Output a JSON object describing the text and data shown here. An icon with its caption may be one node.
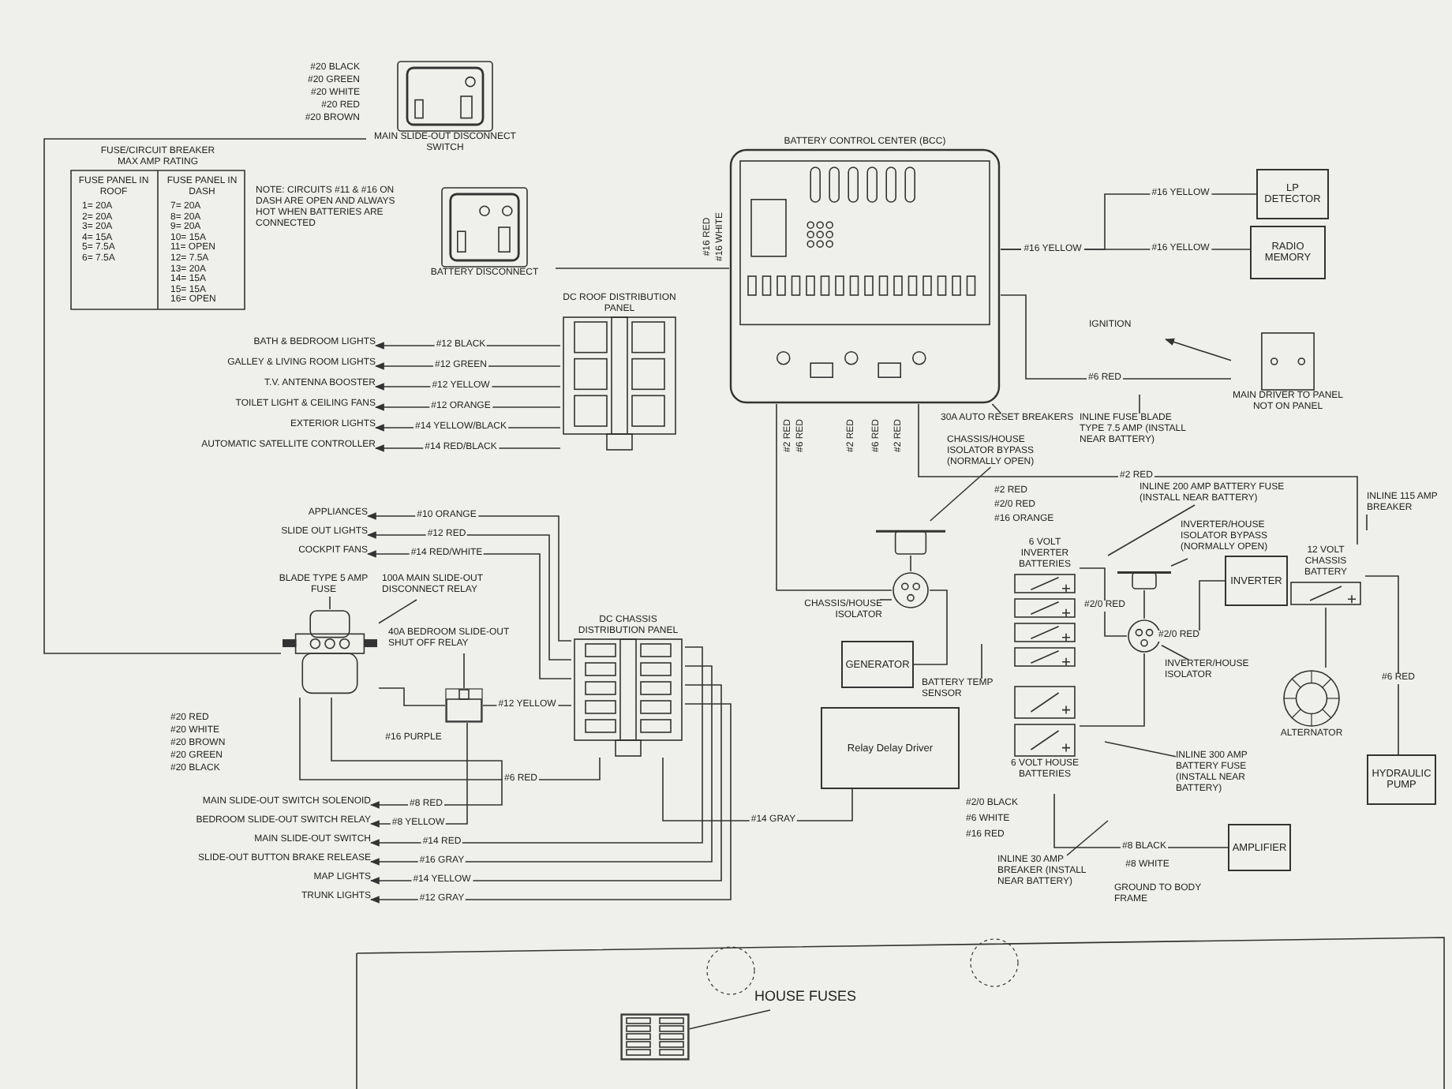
{
  "diagram": {
    "nodes": [
      {
        "text": [
          "MAIN SLIDE-OUT DISCONNECT SWITCH"
        ]
      },
      {
        "text": [
          "BATTERY DISCONNECT"
        ]
      },
      {
        "text": [
          "BATTERY CONTROL CENTER (BCC)"
        ]
      },
      {
        "text": [
          "LP DETECTOR"
        ]
      },
      {
        "text": [
          "RADIO MEMORY"
        ]
      },
      {
        "text": [
          "IGNITION"
        ]
      },
      {
        "text": [
          "MAIN DRIVER TO PANEL NOT ON PANEL"
        ]
      },
      {
        "text": [
          "DC ROOF DISTRIBUTION PANEL"
        ]
      },
      {
        "text": [
          "BATH & BEDROOM LIGHTS"
        ]
      },
      {
        "text": [
          "GALLEY & LIVING ROOM LIGHTS"
        ]
      },
      {
        "text": [
          "T.V. ANTENNA BOOSTER"
        ]
      },
      {
        "text": [
          "TOILET LIGHT & CEILING FANS"
        ]
      },
      {
        "text": [
          "EXTERIOR LIGHTS"
        ]
      },
      {
        "text": [
          "AUTOMATIC SATELLITE CONTROLLER"
        ]
      },
      {
        "text": [
          "30A AUTO RESET BREAKERS"
        ]
      },
      {
        "text": [
          "DC CHASSIS DISTRIBUTION PANEL"
        ]
      },
      {
        "text": [
          "APPLIANCES"
        ]
      },
      {
        "text": [
          "SLIDE OUT LIGHTS"
        ]
      },
      {
        "text": [
          "COCKPIT FANS"
        ]
      },
      {
        "text": [],
        "shape": "picture"
      },
      {
        "text": [
          "BLADE TYPE 5 AMP FUSE"
        ]
      },
      {
        "text": [
          "100A MAIN SLIDE-OUT DISCONNECT RELAY"
        ]
      },
      {
        "text": [],
        "shape": "box"
      },
      {
        "text": [
          "40A BEDROOM SLIDE-OUT SHUT OFF RELAY"
        ]
      },
      {
        "text": [
          "MAIN SLIDE-OUT SWITCH SOLENOID"
        ]
      },
      {
        "text": [
          "BEDROOM SLIDE-OUT SWITCH RELAY"
        ]
      },
      {
        "text": [
          "MAIN SLIDE-OUT SWITCH"
        ]
      },
      {
        "text": [
          "SLIDE-OUT BUTTON BRAKE RELEASE"
        ]
      },
      {
        "text": [
          "MAP LIGHTS"
        ]
      },
      {
        "text": [
          "TRUNK LIGHTS"
        ]
      },
      {
        "text": [
          "GENERATOR"
        ]
      },
      {
        "text": [
          "Relay Delay Driver"
        ]
      },
      {
        "text": [],
        "shape": "circle"
      },
      {
        "text": [
          "CHASSIS/HOUSE ISOLATOR"
        ]
      },
      {
        "text": [],
        "shape": "picture"
      },
      {
        "text": [
          "CHASSIS/HOUSE ISOLATOR BYPASS (NORMALLY OPEN)"
        ]
      },
      {
        "text": [
          "6 VOLT INVERTER BATTERIES"
        ]
      },
      {
        "text": [
          "6 VOLT HOUSE BATTERIES"
        ]
      },
      {
        "text": [],
        "shape": "circle"
      },
      {
        "text": [
          "INVERTER/HOUSE ISOLATOR"
        ]
      },
      {
        "text": [],
        "shape": "picture"
      },
      {
        "text": [
          "INVERTER/HOUSE ISOLATOR BYPASS (NORMALLY OPEN)"
        ]
      },
      {
        "text": [
          "INVERTER"
        ]
      },
      {
        "text": [
          "12 VOLT CHASSIS BATTERY"
        ]
      },
      {
        "text": [
          "ALTERNATOR"
        ]
      },
      {
        "text": [
          "HYDRAULIC PUMP"
        ]
      },
      {
        "text": [
          "AMPLIFIER"
        ]
      },
      {
        "text": [
          "INLINE FUSE BLADE TYPE 7.5 AMP (INSTALL NEAR BATTERY)"
        ]
      },
      {
        "text": [
          "INLINE 200 AMP BATTERY FUSE (INSTALL NEAR BATTERY)"
        ]
      },
      {
        "text": [
          "INLINE 115 AMP BREAKER"
        ]
      },
      {
        "text": [
          "BATTERY TEMP SENSOR"
        ]
      },
      {
        "text": [
          "INLINE 300 AMP BATTERY FUSE (INSTALL NEAR BATTERY)"
        ]
      },
      {
        "text": [
          "INLINE 30 AMP BREAKER (INSTALL NEAR BATTERY)"
        ]
      },
      {
        "text": [],
        "shape": "box"
      },
      {
        "text": [
          "HOUSE FUSES"
        ]
      }
    ],
    "edges": [
      {
        "from": 0,
        "to": 19,
        "arrow": "none"
      },
      {
        "from": 1,
        "to": 2,
        "arrow": "none"
      },
      {
        "from": 2,
        "to": 3,
        "arrow": "none",
        "label": "#16 YELLOW"
      },
      {
        "from": 2,
        "to": 4,
        "arrow": "none",
        "label": "#16 YELLOW"
      },
      {
        "from": 2,
        "to": 6,
        "arrow": "none",
        "label": "#6 RED"
      },
      {
        "from": 6,
        "to": 5,
        "arrow": "to"
      },
      {
        "from": 7,
        "to": 8,
        "arrow": "to",
        "label": "#12 BLACK"
      },
      {
        "from": 7,
        "to": 9,
        "arrow": "to",
        "label": "#12 GREEN"
      },
      {
        "from": 7,
        "to": 10,
        "arrow": "to",
        "label": "#12 YELLOW"
      },
      {
        "from": 7,
        "to": 11,
        "arrow": "to",
        "label": "#12 ORANGE"
      },
      {
        "from": 7,
        "to": 12,
        "arrow": "to",
        "label": "#14 YELLOW/BLACK"
      },
      {
        "from": 7,
        "to": 13,
        "arrow": "to",
        "label": "#14 RED/BLACK"
      },
      {
        "from": 14,
        "to": 2,
        "arrow": "none"
      },
      {
        "from": 15,
        "to": 16,
        "arrow": "to",
        "label": "#10 ORANGE"
      },
      {
        "from": 15,
        "to": 17,
        "arrow": "to",
        "label": "#12 RED"
      },
      {
        "from": 15,
        "to": 18,
        "arrow": "to",
        "label": "#14 RED/WHITE"
      },
      {
        "from": 20,
        "to": 19,
        "arrow": "none"
      },
      {
        "from": 21,
        "to": 19,
        "arrow": "none"
      },
      {
        "from": 23,
        "to": 22,
        "arrow": "none"
      },
      {
        "from": 19,
        "to": 22,
        "arrow": "none",
        "label": "#16 PURPLE"
      },
      {
        "from": 22,
        "to": 15,
        "arrow": "none",
        "label": "#12 YELLOW"
      },
      {
        "from": 15,
        "to": 19,
        "arrow": "none",
        "label": "#6 RED"
      },
      {
        "from": 19,
        "to": 24,
        "arrow": "to",
        "label": "#8 RED"
      },
      {
        "from": 22,
        "to": 25,
        "arrow": "to",
        "label": "#8 YELLOW"
      },
      {
        "from": 15,
        "to": 26,
        "arrow": "to",
        "label": "#14 RED"
      },
      {
        "from": 15,
        "to": 27,
        "arrow": "to",
        "label": "#16 GRAY"
      },
      {
        "from": 15,
        "to": 28,
        "arrow": "to",
        "label": "#14 YELLOW"
      },
      {
        "from": 15,
        "to": 29,
        "arrow": "to",
        "label": "#12 GRAY"
      },
      {
        "from": 2,
        "to": 32,
        "arrow": "none"
      },
      {
        "from": 34,
        "to": 32,
        "arrow": "none"
      },
      {
        "from": 33,
        "to": 32,
        "arrow": "none"
      },
      {
        "from": 35,
        "to": 34,
        "arrow": "none"
      },
      {
        "from": 32,
        "to": 30,
        "arrow": "none"
      },
      {
        "from": 31,
        "to": 15,
        "arrow": "none",
        "label": "#14 GRAY"
      },
      {
        "from": 2,
        "to": 43,
        "arrow": "none",
        "label": "#2 RED"
      },
      {
        "from": 36,
        "to": 38,
        "arrow": "none",
        "label": "#2/0 RED"
      },
      {
        "from": 38,
        "to": 42,
        "arrow": "none",
        "label": "#2/0 RED"
      },
      {
        "from": 37,
        "to": 38,
        "arrow": "none"
      },
      {
        "from": 39,
        "to": 38,
        "arrow": "none"
      },
      {
        "from": 40,
        "to": 38,
        "arrow": "none"
      },
      {
        "from": 41,
        "to": 40,
        "arrow": "none"
      },
      {
        "from": 44,
        "to": 43,
        "arrow": "none"
      },
      {
        "from": 43,
        "to": 45,
        "arrow": "none",
        "label": "#6 RED"
      },
      {
        "from": 46,
        "to": 37,
        "arrow": "none",
        "label": "#8 BLACK"
      },
      {
        "from": 47,
        "to": null,
        "arrow": "none"
      },
      {
        "from": 48,
        "to": null,
        "arrow": "none"
      },
      {
        "from": 49,
        "to": null,
        "arrow": "none"
      },
      {
        "from": 50,
        "to": null,
        "arrow": "none"
      },
      {
        "from": 51,
        "to": null,
        "arrow": "none"
      },
      {
        "from": 52,
        "to": null,
        "arrow": "none"
      },
      {
        "from": 54,
        "to": 53,
        "arrow": "none"
      }
    ],
    "labels": [
      "FUSE/CIRCUIT BREAKER MAX AMP RATING",
      "FUSE PANEL IN ROOF",
      "FUSE PANEL IN DASH",
      "1= 20A",
      "7= 20A",
      "2= 20A",
      "8= 20A",
      "3= 20A",
      "9= 20A",
      "4= 15A",
      "10= 15A",
      "5= 7.5A",
      "11= OPEN",
      "6= 7.5A",
      "12= 7.5A",
      "13= 20A",
      "14= 15A",
      "15= 15A",
      "16= OPEN",
      "NOTE: CIRCUITS #11 & #16 ON DASH ARE OPEN AND ALWAYS HOT WHEN BATTERIES ARE CONNECTED",
      "#20 BLACK",
      "#20 GREEN",
      "#20 WHITE",
      "#20 RED",
      "#20 BROWN",
      "#16 YELLOW",
      "#16 RED",
      "#16 WHITE",
      "#2 RED",
      "#6 RED",
      "#2 RED",
      "#6 RED",
      "#2 RED",
      "#2 RED",
      "#2/0 RED",
      "#16 ORANGE",
      "#2/0 BLACK",
      "#6 WHITE",
      "#16 RED",
      "#8 WHITE",
      "GROUND TO BODY FRAME",
      "#20 RED",
      "#20 WHITE",
      "#20 BROWN",
      "#20 GREEN",
      "#20 BLACK"
    ]
  }
}
